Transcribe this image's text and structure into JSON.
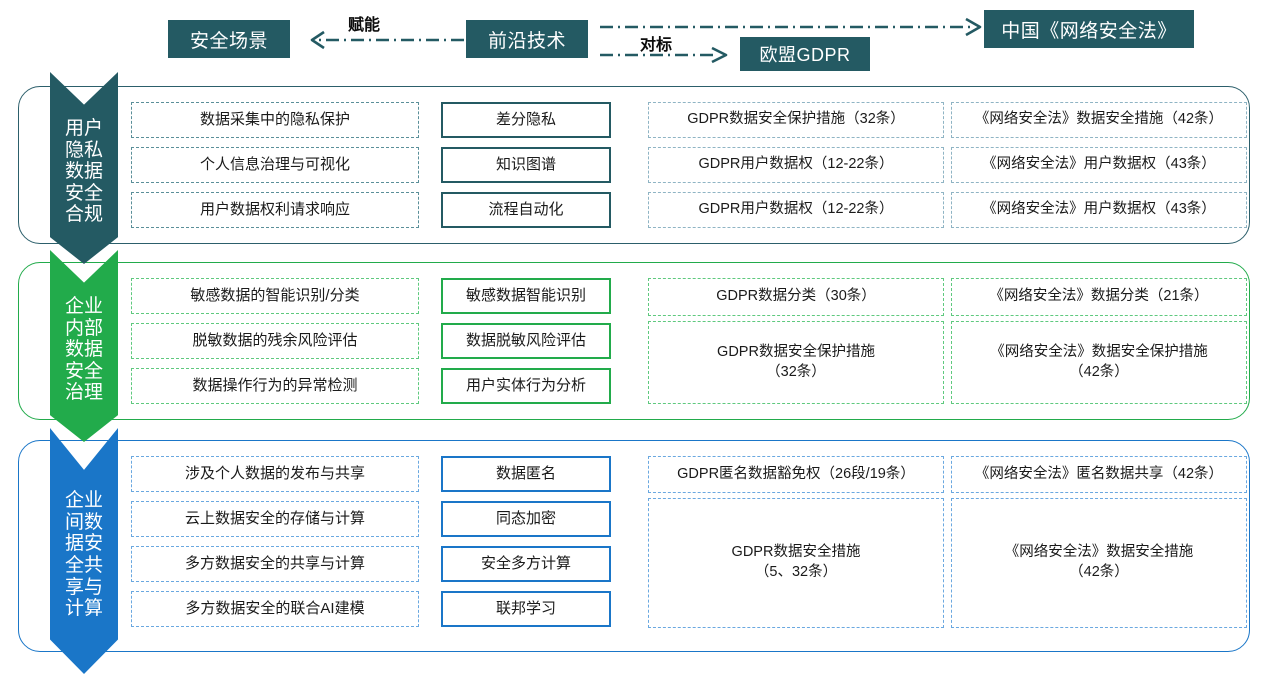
{
  "header": {
    "boxes": {
      "scene": "安全场景",
      "tech": "前沿技术",
      "gdpr": "欧盟GDPR",
      "china": "中国《网络安全法》"
    },
    "labels": {
      "enable": "赋能",
      "benchmark": "对标"
    },
    "colors": {
      "box_fill": "#245a63",
      "connector": "#245a63"
    }
  },
  "colors": {
    "row1": "#245a63",
    "row2": "#22ab4b",
    "row3": "#1a76c8"
  },
  "rows": [
    {
      "ribbon": "用户隐私数据安全合规",
      "scenarios": [
        "数据采集中的隐私保护",
        "个人信息治理与可视化",
        "用户数据权利请求响应"
      ],
      "technologies": [
        "差分隐私",
        "知识图谱",
        "流程自动化"
      ],
      "gdpr": [
        "GDPR数据安全保护措施（32条）",
        "GDPR用户数据权（12-22条）",
        "GDPR用户数据权（12-22条）"
      ],
      "china": [
        "《网络安全法》数据安全措施（42条）",
        "《网络安全法》用户数据权（43条）",
        "《网络安全法》用户数据权（43条）"
      ]
    },
    {
      "ribbon": "企业内部数据安全治理",
      "scenarios": [
        "敏感数据的智能识别/分类",
        "脱敏数据的残余风险评估",
        "数据操作行为的异常检测"
      ],
      "technologies": [
        "敏感数据智能识别",
        "数据脱敏风险评估",
        "用户实体行为分析"
      ],
      "gdpr": [
        "GDPR数据分类（30条）",
        "GDPR数据安全保护措施\n（32条）"
      ],
      "china": [
        "《网络安全法》数据分类（21条）",
        "《网络安全法》数据安全保护措施\n（42条）"
      ]
    },
    {
      "ribbon": "企业间数据安全共享与计算",
      "scenarios": [
        "涉及个人数据的发布与共享",
        "云上数据安全的存储与计算",
        "多方数据安全的共享与计算",
        "多方数据安全的联合AI建模"
      ],
      "technologies": [
        "数据匿名",
        "同态加密",
        "安全多方计算",
        "联邦学习"
      ],
      "gdpr": [
        "GDPR匿名数据豁免权（26段/19条）",
        "GDPR数据安全措施\n（5、32条）"
      ],
      "china": [
        "《网络安全法》匿名数据共享（42条）",
        "《网络安全法》数据安全措施\n（42条）"
      ]
    }
  ]
}
